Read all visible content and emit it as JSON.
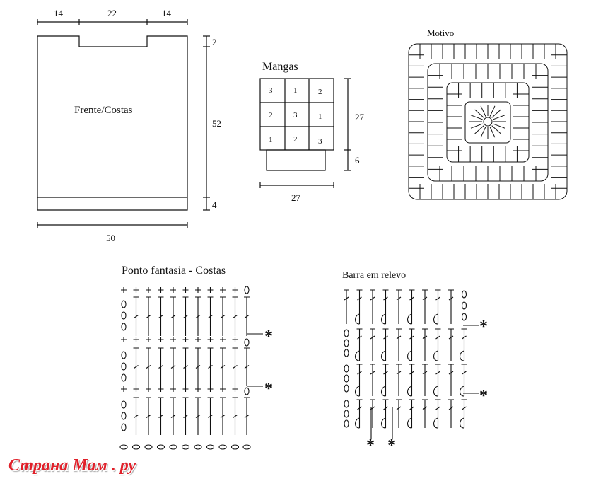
{
  "frente": {
    "label": "Frente/Costas",
    "top_dims": [
      "14",
      "22",
      "14"
    ],
    "right_dims": [
      "2",
      "52",
      "4"
    ],
    "bottom_dim": "50"
  },
  "mangas": {
    "label": "Mangas",
    "grid": [
      [
        "3",
        "1",
        "2"
      ],
      [
        "2",
        "3",
        "1"
      ],
      [
        "1",
        "2",
        "3"
      ]
    ],
    "right_dims": [
      "27",
      "6"
    ],
    "bottom_dim": "27"
  },
  "motivo": {
    "label": "Motivo"
  },
  "ponto": {
    "label": "Ponto fantasia - Costas",
    "marker": "*"
  },
  "barra": {
    "label": "Barra em relevo",
    "marker": "*"
  },
  "watermark": "Страна Мам . ру"
}
